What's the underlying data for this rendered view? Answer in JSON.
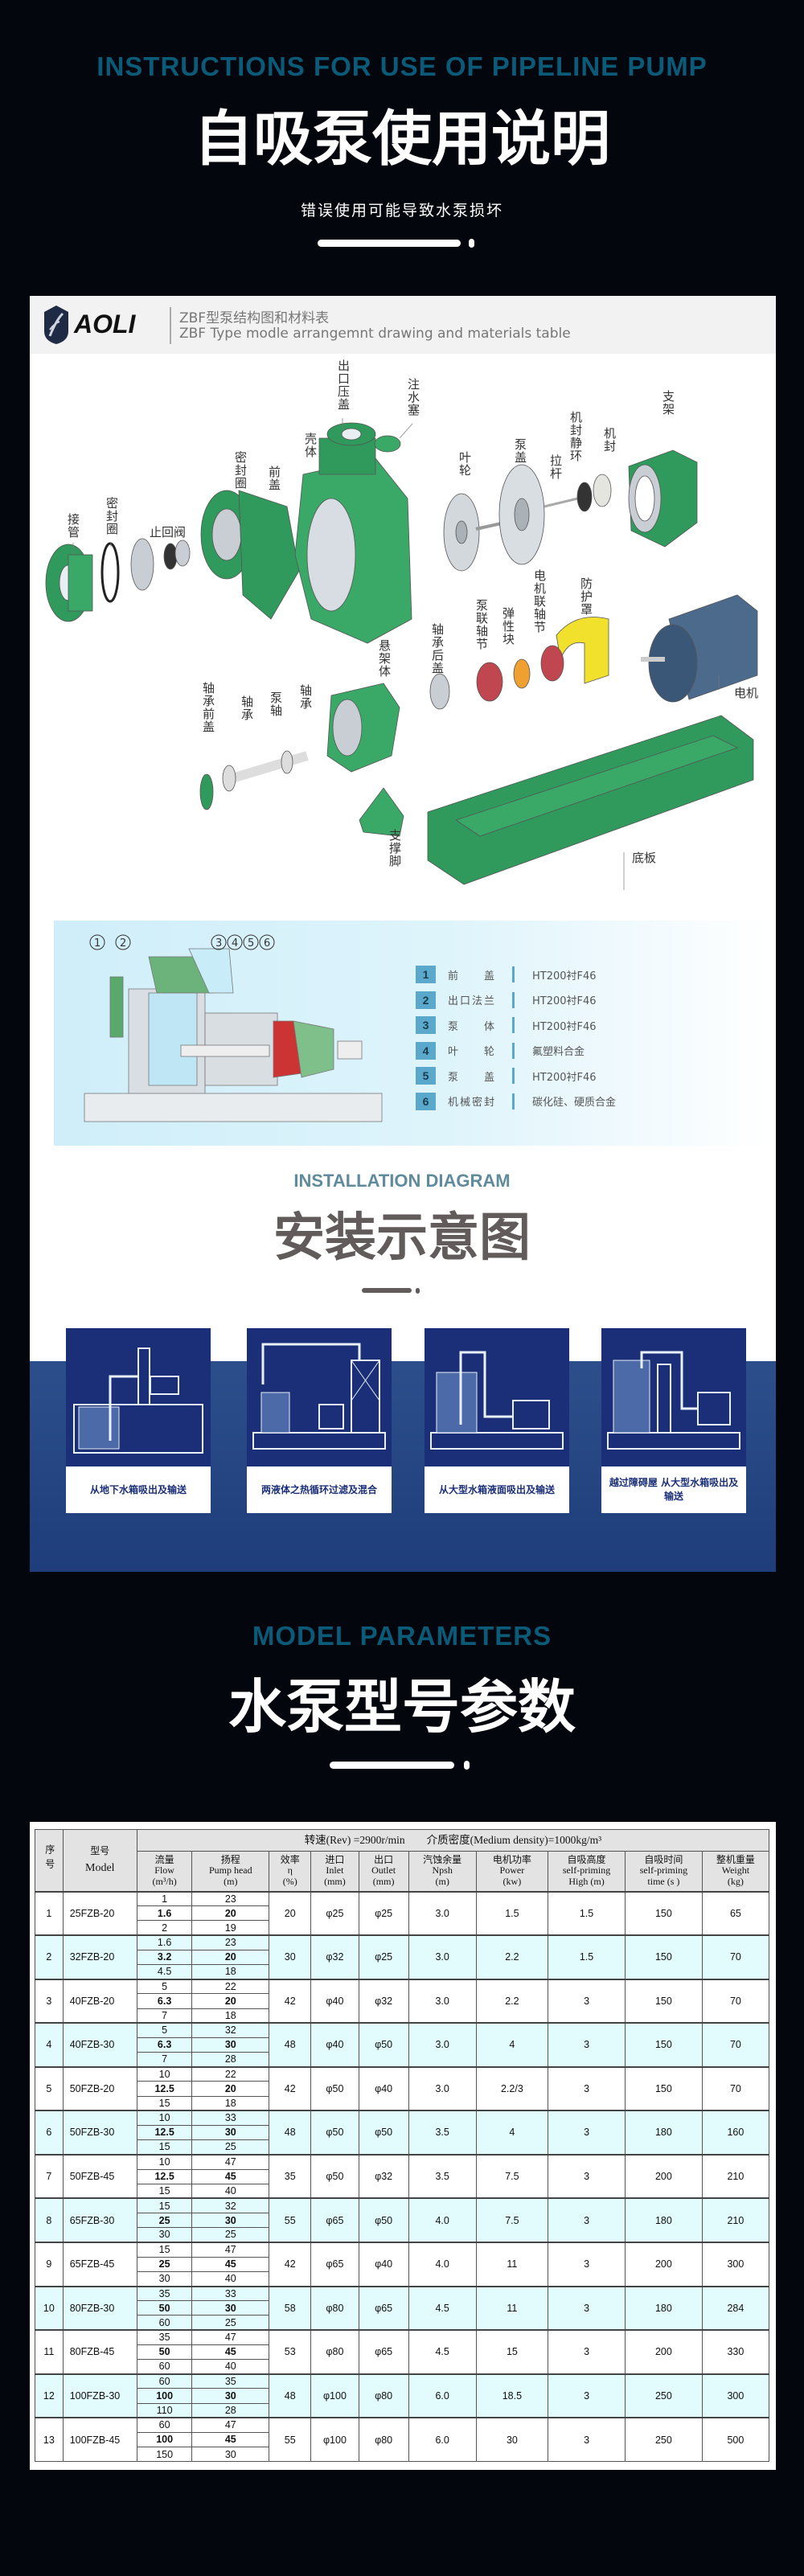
{
  "header": {
    "title_en": "INSTRUCTIONS FOR USE OF PIPELINE PUMP",
    "title_cn": "自吸泵使用说明",
    "subtitle": "错误使用可能导致水泵损坏"
  },
  "structure": {
    "logo_text": "AOLI",
    "title_cn": "ZBF型泵结构图和材料表",
    "title_en": "ZBF Type modle arrangemnt drawing and materials table",
    "labels": {
      "outlet_gland": "出口压盖",
      "fill_plug": "注水塞",
      "casing": "壳体",
      "seal_ring_1": "密封圈",
      "front_cover": "前盖",
      "impeller": "叶轮",
      "pump_cover": "泵盖",
      "tie_rod": "拉杆",
      "seal_static_ring": "机封静环",
      "mech_seal": "机封",
      "bracket": "支架",
      "pipe": "接管",
      "seal_ring_2": "密封圈",
      "check_valve": "止回阀",
      "guard": "防护罩",
      "motor_coupling": "电机联轴节",
      "elastic_block": "弹性块",
      "pump_coupling": "泵联轴节",
      "bearing_rear_cover": "轴承后盖",
      "frame_body": "悬架体",
      "motor": "电机",
      "bearing_front_cover": "轴承前盖",
      "bearing_1": "轴承",
      "pump_shaft": "泵轴",
      "bearing_2": "轴承",
      "support_foot": "支撑脚",
      "base_plate": "底板"
    },
    "callouts": [
      "1",
      "2",
      "3",
      "4",
      "5",
      "6"
    ],
    "parts": [
      {
        "no": "1",
        "name": "前　　盖",
        "material": "HT200衬F46"
      },
      {
        "no": "2",
        "name": "出口法兰",
        "material": "HT200衬F46"
      },
      {
        "no": "3",
        "name": "泵　　体",
        "material": "HT200衬F46"
      },
      {
        "no": "4",
        "name": "叶　　轮",
        "material": "氟塑料合金"
      },
      {
        "no": "5",
        "name": "泵　　盖",
        "material": "HT200衬F46"
      },
      {
        "no": "6",
        "name": "机械密封",
        "material": "碳化硅、硬质合金"
      }
    ]
  },
  "installation": {
    "title_en": "INSTALLATION DIAGRAM",
    "title_cn": "安装示意图",
    "cards": [
      {
        "caption": "从地下水箱吸出及输送"
      },
      {
        "caption": "两液体之热循环过滤及混合"
      },
      {
        "caption": "从大型水箱液面吸出及输送"
      },
      {
        "caption": "越过障碍屋 从大型水箱吸出及输送"
      }
    ]
  },
  "parameters": {
    "title_en": "MODEL PARAMETERS",
    "title_cn": "水泵型号参数",
    "table": {
      "no_header": "序号",
      "model_header_cn": "型号",
      "model_header_en": "Model",
      "conditions": "转速(Rev) =2900r/min　　介质密度(Medium density)=1000kg/m³",
      "columns": [
        {
          "cn": "流量",
          "en": "Flow",
          "unit": "(m³/h)"
        },
        {
          "cn": "扬程",
          "en": "Pump head",
          "unit": "(m)"
        },
        {
          "cn": "效率",
          "en": "η",
          "unit": "(%)"
        },
        {
          "cn": "进口",
          "en": "Inlet",
          "unit": "(mm)"
        },
        {
          "cn": "出口",
          "en": "Outlet",
          "unit": "(mm)"
        },
        {
          "cn": "汽蚀余量",
          "en": "Npsh",
          "unit": "(m)"
        },
        {
          "cn": "电机功率",
          "en": "Power",
          "unit": "(kw)"
        },
        {
          "cn": "自吸高度",
          "en": "self-priming",
          "unit": "High (m)"
        },
        {
          "cn": "自吸时间",
          "en": "self-priming",
          "unit": "time (s )"
        },
        {
          "cn": "整机重量",
          "en": "Weight",
          "unit": "(kg)"
        }
      ],
      "rows": [
        {
          "no": "1",
          "model": "25FZB-20",
          "flow": [
            "1",
            "1.6",
            "2"
          ],
          "head": [
            "23",
            "20",
            "19"
          ],
          "eff": "20",
          "inlet": "φ25",
          "outlet": "φ25",
          "npsh": "3.0",
          "power": "1.5",
          "high": "1.5",
          "time": "150",
          "weight": "65"
        },
        {
          "no": "2",
          "model": "32FZB-20",
          "flow": [
            "1.6",
            "3.2",
            "4.5"
          ],
          "head": [
            "23",
            "20",
            "18"
          ],
          "eff": "30",
          "inlet": "φ32",
          "outlet": "φ25",
          "npsh": "3.0",
          "power": "2.2",
          "high": "1.5",
          "time": "150",
          "weight": "70"
        },
        {
          "no": "3",
          "model": "40FZB-20",
          "flow": [
            "5",
            "6.3",
            "7"
          ],
          "head": [
            "22",
            "20",
            "18"
          ],
          "eff": "42",
          "inlet": "φ40",
          "outlet": "φ32",
          "npsh": "3.0",
          "power": "2.2",
          "high": "3",
          "time": "150",
          "weight": "70"
        },
        {
          "no": "4",
          "model": "40FZB-30",
          "flow": [
            "5",
            "6.3",
            "7"
          ],
          "head": [
            "32",
            "30",
            "28"
          ],
          "eff": "48",
          "inlet": "φ40",
          "outlet": "φ50",
          "npsh": "3.0",
          "power": "4",
          "high": "3",
          "time": "150",
          "weight": "70"
        },
        {
          "no": "5",
          "model": "50FZB-20",
          "flow": [
            "10",
            "12.5",
            "15"
          ],
          "head": [
            "22",
            "20",
            "18"
          ],
          "eff": "42",
          "inlet": "φ50",
          "outlet": "φ40",
          "npsh": "3.0",
          "power": "2.2/3",
          "high": "3",
          "time": "150",
          "weight": "70"
        },
        {
          "no": "6",
          "model": "50FZB-30",
          "flow": [
            "10",
            "12.5",
            "15"
          ],
          "head": [
            "33",
            "30",
            "25"
          ],
          "eff": "48",
          "inlet": "φ50",
          "outlet": "φ50",
          "npsh": "3.5",
          "power": "4",
          "high": "3",
          "time": "180",
          "weight": "160"
        },
        {
          "no": "7",
          "model": "50FZB-45",
          "flow": [
            "10",
            "12.5",
            "15"
          ],
          "head": [
            "47",
            "45",
            "40"
          ],
          "eff": "35",
          "inlet": "φ50",
          "outlet": "φ32",
          "npsh": "3.5",
          "power": "7.5",
          "high": "3",
          "time": "200",
          "weight": "210"
        },
        {
          "no": "8",
          "model": "65FZB-30",
          "flow": [
            "15",
            "25",
            "30"
          ],
          "head": [
            "32",
            "30",
            "25"
          ],
          "eff": "55",
          "inlet": "φ65",
          "outlet": "φ50",
          "npsh": "4.0",
          "power": "7.5",
          "high": "3",
          "time": "180",
          "weight": "210"
        },
        {
          "no": "9",
          "model": "65FZB-45",
          "flow": [
            "15",
            "25",
            "30"
          ],
          "head": [
            "47",
            "45",
            "40"
          ],
          "eff": "42",
          "inlet": "φ65",
          "outlet": "φ40",
          "npsh": "4.0",
          "power": "11",
          "high": "3",
          "time": "200",
          "weight": "300"
        },
        {
          "no": "10",
          "model": "80FZB-30",
          "flow": [
            "35",
            "50",
            "60"
          ],
          "head": [
            "33",
            "30",
            "25"
          ],
          "eff": "58",
          "inlet": "φ80",
          "outlet": "φ65",
          "npsh": "4.5",
          "power": "11",
          "high": "3",
          "time": "180",
          "weight": "284"
        },
        {
          "no": "11",
          "model": "80FZB-45",
          "flow": [
            "35",
            "50",
            "60"
          ],
          "head": [
            "47",
            "45",
            "40"
          ],
          "eff": "53",
          "inlet": "φ80",
          "outlet": "φ65",
          "npsh": "4.5",
          "power": "15",
          "high": "3",
          "time": "200",
          "weight": "330"
        },
        {
          "no": "12",
          "model": "100FZB-30",
          "flow": [
            "60",
            "100",
            "110"
          ],
          "head": [
            "35",
            "30",
            "28"
          ],
          "eff": "48",
          "inlet": "φ100",
          "outlet": "φ80",
          "npsh": "6.0",
          "power": "18.5",
          "high": "3",
          "time": "250",
          "weight": "300"
        },
        {
          "no": "13",
          "model": "100FZB-45",
          "flow": [
            "60",
            "100",
            "150"
          ],
          "head": [
            "47",
            "45",
            "30"
          ],
          "eff": "55",
          "inlet": "φ100",
          "outlet": "φ80",
          "npsh": "6.0",
          "power": "30",
          "high": "3",
          "time": "250",
          "weight": "500"
        }
      ]
    }
  },
  "colors": {
    "accent_teal": "#0b5a78",
    "navy": "#1b2f78",
    "row_alt": "#e2fbfd"
  }
}
